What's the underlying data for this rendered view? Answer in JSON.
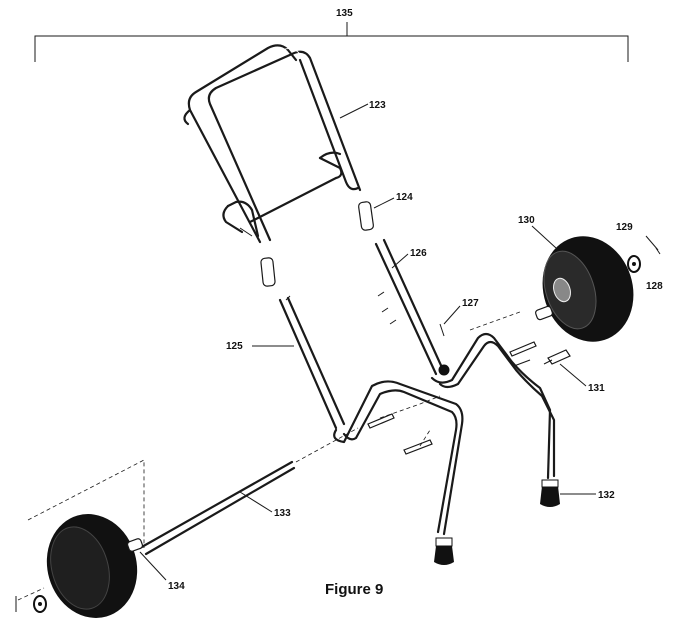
{
  "figure": {
    "caption": "Figure 9",
    "assembly_label": "135"
  },
  "parts": {
    "p123": "123",
    "p124": "124",
    "p125": "125",
    "p126": "126",
    "p127": "127",
    "p128": "128",
    "p129": "129",
    "p130": "130",
    "p131": "131",
    "p132": "132",
    "p133": "133",
    "p134": "134"
  }
}
